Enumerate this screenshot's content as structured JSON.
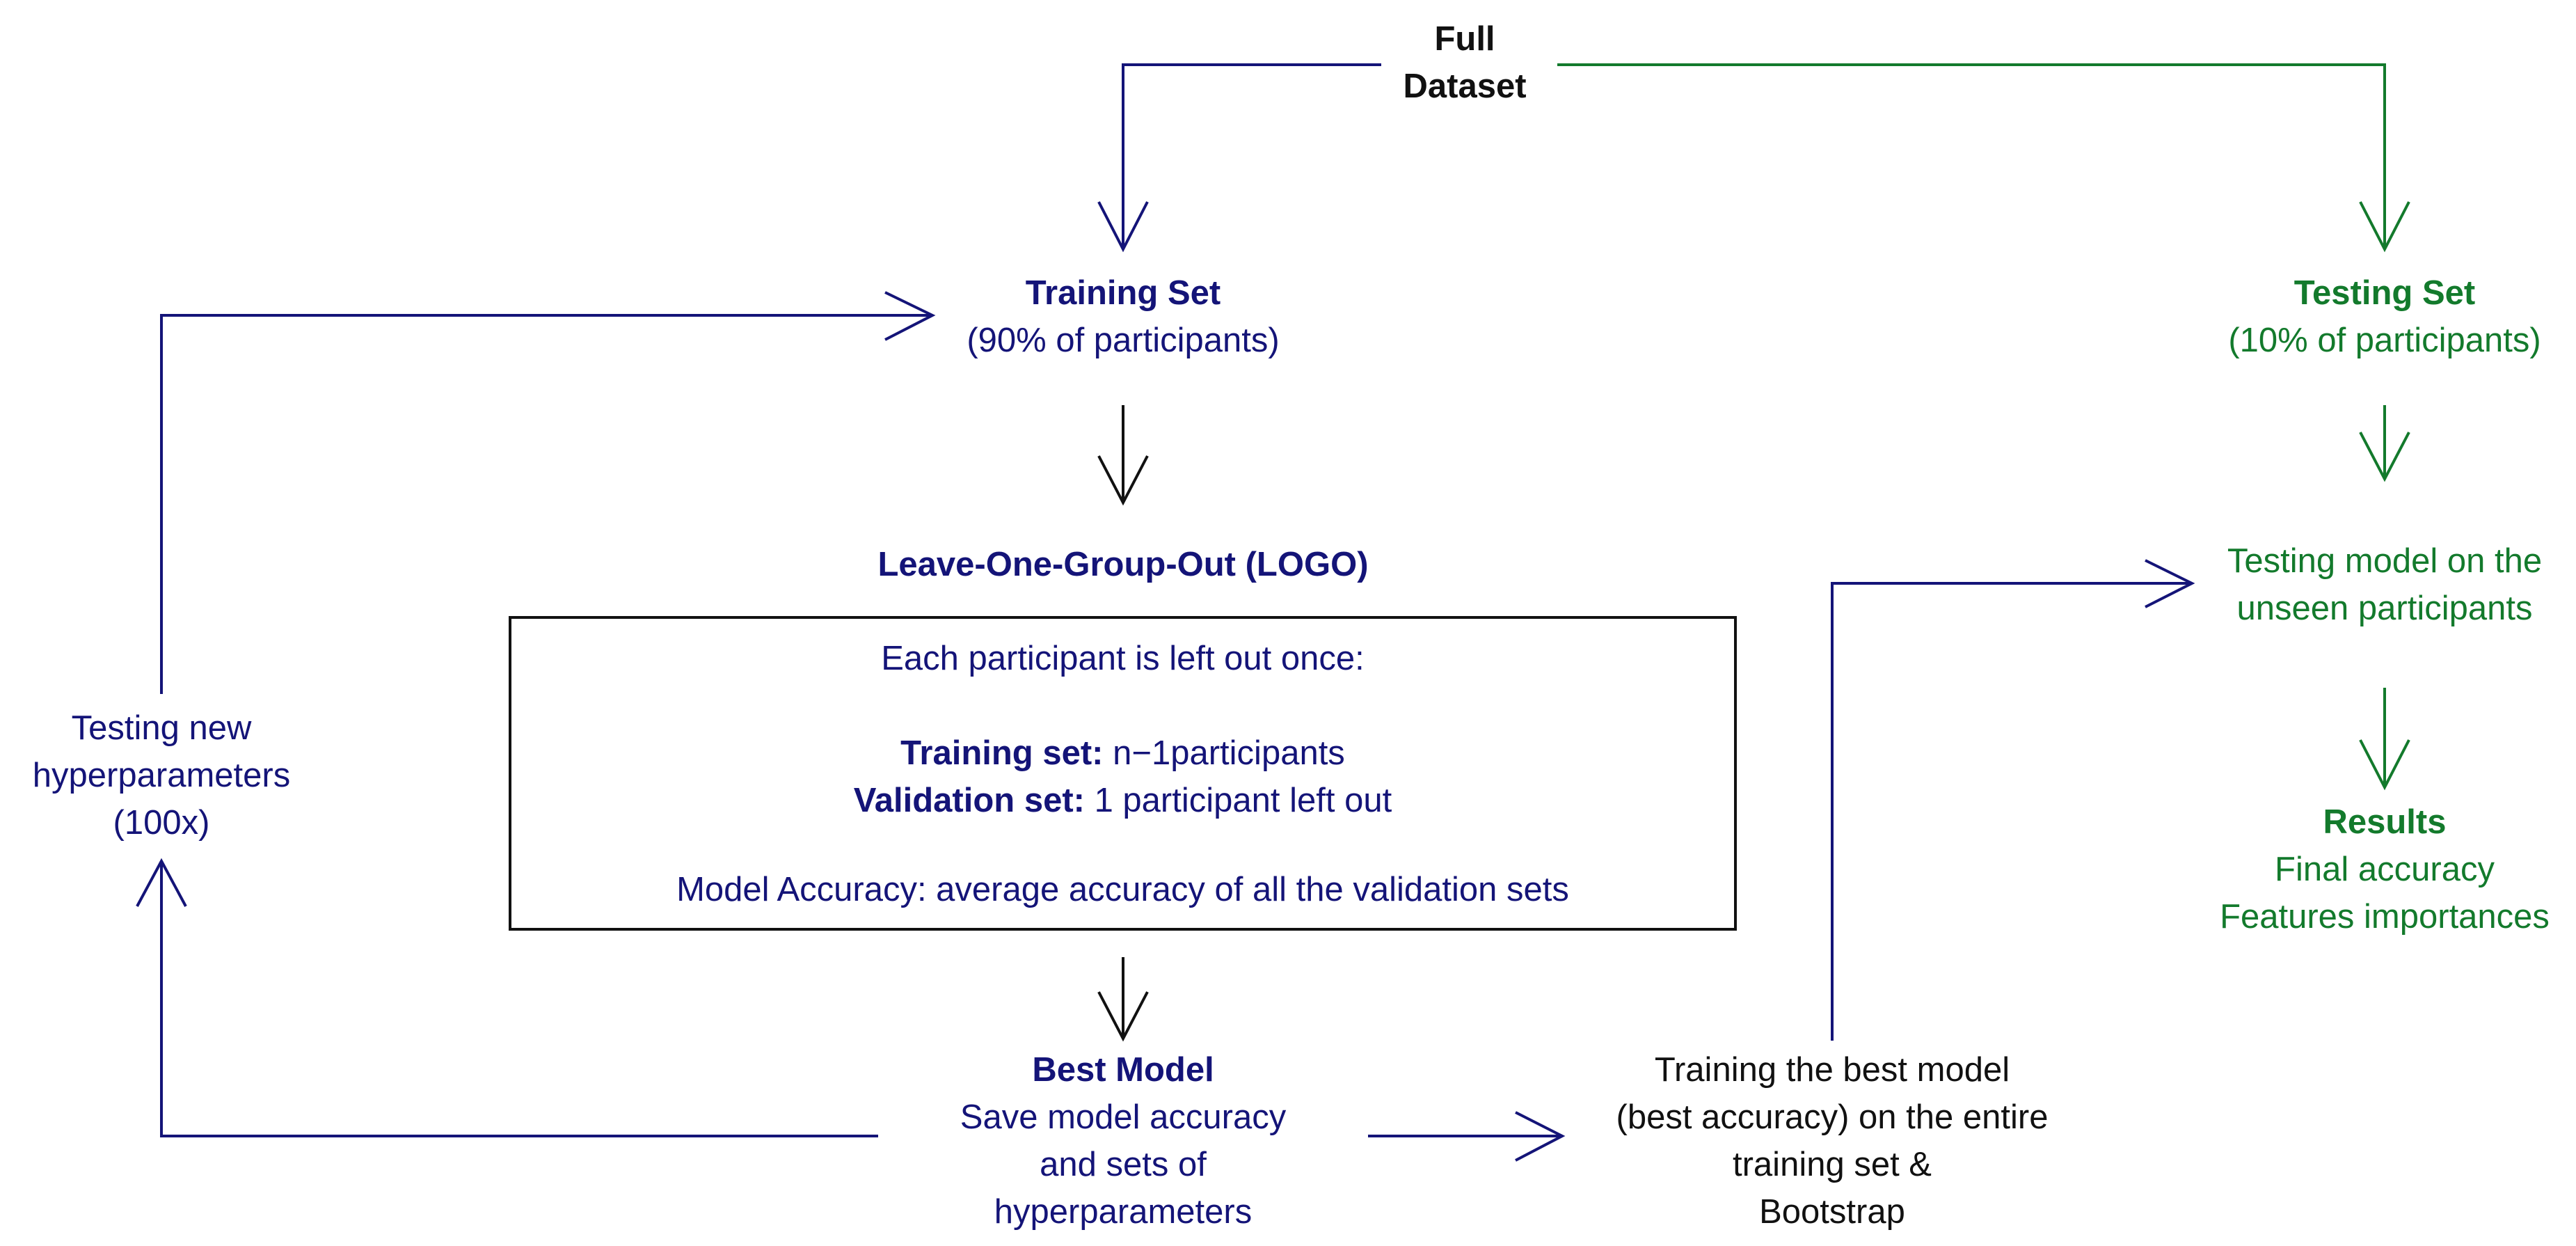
{
  "nodes": {
    "full_dataset": {
      "line1": "Full",
      "line2": "Dataset"
    },
    "training_set": {
      "title": "Training Set",
      "subtitle": "(90% of participants)"
    },
    "testing_set": {
      "title": "Testing Set",
      "subtitle": "(10% of participants)"
    },
    "logo": {
      "title": "Leave-One-Group-Out (LOGO)"
    },
    "logo_box": {
      "intro": "Each participant is left out once:",
      "training_label": "Training set:",
      "training_value": " n−1participants",
      "validation_label": "Validation set:",
      "validation_value": " 1 participant left out",
      "accuracy": "Model Accuracy: average accuracy of all the validation sets"
    },
    "testing_hyper": {
      "line1": "Testing new",
      "line2": "hyperparameters",
      "line3": "(100x)"
    },
    "best_model": {
      "title": "Best Model",
      "line1": "Save model accuracy",
      "line2": "and sets of",
      "line3": "hyperparameters"
    },
    "train_best": {
      "line1": "Training the best model",
      "line2": "(best accuracy) on the entire",
      "line3": "training set &",
      "line4": "Bootstrap"
    },
    "testing_model": {
      "line1": "Testing model on the",
      "line2": "unseen participants"
    },
    "results": {
      "title": "Results",
      "line1": "Final accuracy",
      "line2": "Features importances"
    }
  },
  "colors": {
    "blue": "#141478",
    "green": "#137a2c",
    "black": "#111111"
  }
}
